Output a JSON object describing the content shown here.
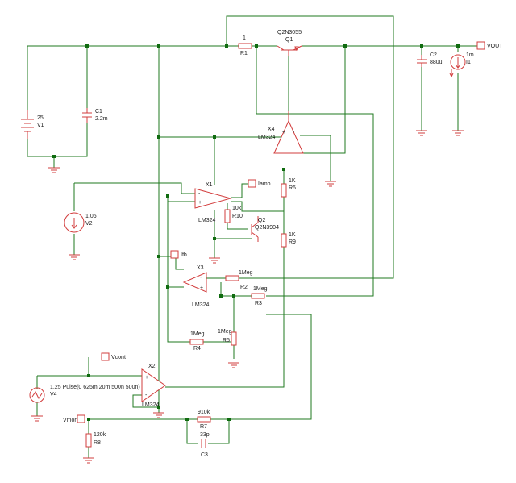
{
  "components": {
    "V1": {
      "ref": "V1",
      "value": "25"
    },
    "C1": {
      "ref": "C1",
      "value": "2.2m"
    },
    "R1": {
      "ref": "R1",
      "value": "1"
    },
    "Q1": {
      "ref": "Q1",
      "model": "Q2N3055"
    },
    "C2": {
      "ref": "C2",
      "value": "880u"
    },
    "I1": {
      "ref": "I1",
      "value": "1m"
    },
    "X4": {
      "ref": "X4",
      "model": "LM324"
    },
    "R6": {
      "ref": "R6",
      "value": "1K"
    },
    "X1": {
      "ref": "X1",
      "model": "LM324"
    },
    "R10": {
      "ref": "R10",
      "value": "10k"
    },
    "Q2": {
      "ref": "Q2",
      "model": "Q2N3904"
    },
    "R9": {
      "ref": "R9",
      "value": "1K"
    },
    "V2": {
      "ref": "V2",
      "value": "1.06"
    },
    "X3": {
      "ref": "X3",
      "model": "LM324"
    },
    "R2": {
      "ref": "R2",
      "value": "1Meg"
    },
    "R3": {
      "ref": "R3",
      "value": "1Meg"
    },
    "R4": {
      "ref": "R4",
      "value": "1Meg"
    },
    "R5": {
      "ref": "R5",
      "value": "1Meg"
    },
    "X2": {
      "ref": "X2",
      "model": "LM324"
    },
    "V4": {
      "ref": "V4",
      "value": "1.25 Pulse(0 625m 20m 500n 500n)"
    },
    "R7": {
      "ref": "R7",
      "value": "910k"
    },
    "C3": {
      "ref": "C3",
      "value": "33p"
    },
    "R8": {
      "ref": "R8",
      "value": "120k"
    }
  },
  "net_labels": {
    "vout": "VOUT",
    "iamp": "Iamp",
    "ifb": "Ifb",
    "vcont": "Vcont",
    "vmon": "Vmon"
  },
  "opamp_pins": {
    "plus": "+",
    "minus": "-"
  }
}
